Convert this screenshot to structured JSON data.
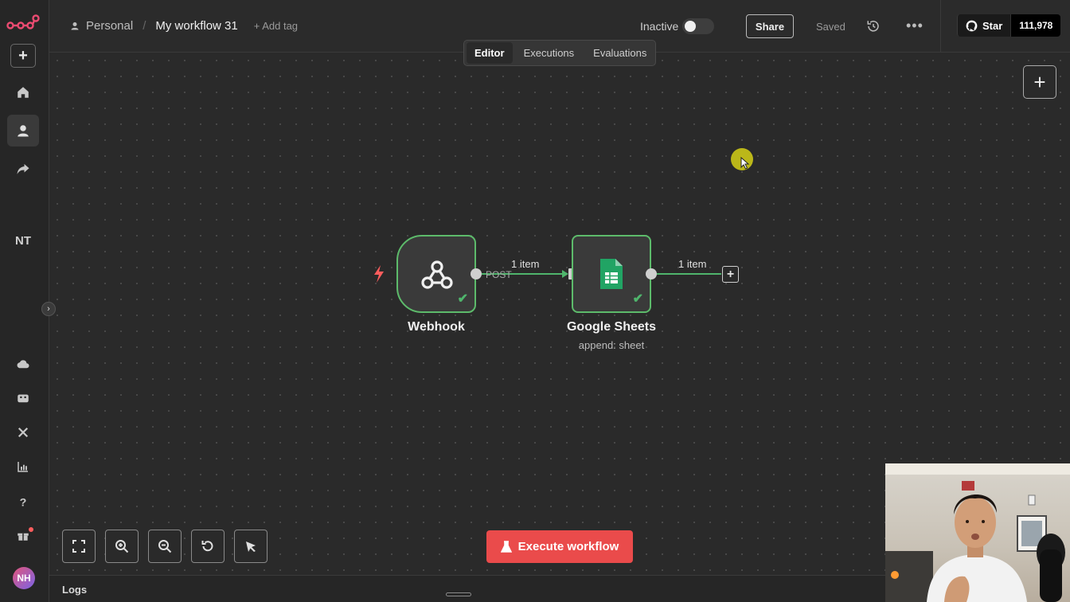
{
  "header": {
    "project": "Personal",
    "workflow_title": "My workflow 31",
    "add_tag": "+ Add tag",
    "status_label": "Inactive",
    "share_label": "Share",
    "saved_label": "Saved",
    "github_star": "Star",
    "github_count": "111,978"
  },
  "tabs": [
    {
      "label": "Editor",
      "active": true
    },
    {
      "label": "Executions",
      "active": false
    },
    {
      "label": "Evaluations",
      "active": false
    }
  ],
  "sidebar": {
    "initials": "NT",
    "avatar_initials": "NH"
  },
  "nodes": {
    "webhook": {
      "label": "Webhook",
      "method": "POST"
    },
    "sheets": {
      "label": "Google Sheets",
      "subtitle": "append: sheet"
    }
  },
  "edges": {
    "webhook_to_sheets": "1 item",
    "sheets_out": "1 item"
  },
  "footer": {
    "execute_label": "Execute workflow",
    "logs_label": "Logs"
  },
  "colors": {
    "accent_green": "#5dbb6b",
    "execute_red": "#ea4b4b",
    "trigger_bolt": "#ff5d5d",
    "sheets_green": "#21a464"
  },
  "icons": {
    "sidebar": [
      "n8n-logo-icon",
      "plus-icon",
      "home-icon",
      "user-icon",
      "share-icon",
      "cloud-icon",
      "templates-icon",
      "variables-icon",
      "insights-icon",
      "help-icon",
      "gift-icon"
    ],
    "canvas_controls": [
      "fit-view-icon",
      "zoom-in-icon",
      "zoom-out-icon",
      "reset-icon",
      "tidy-up-icon"
    ]
  }
}
